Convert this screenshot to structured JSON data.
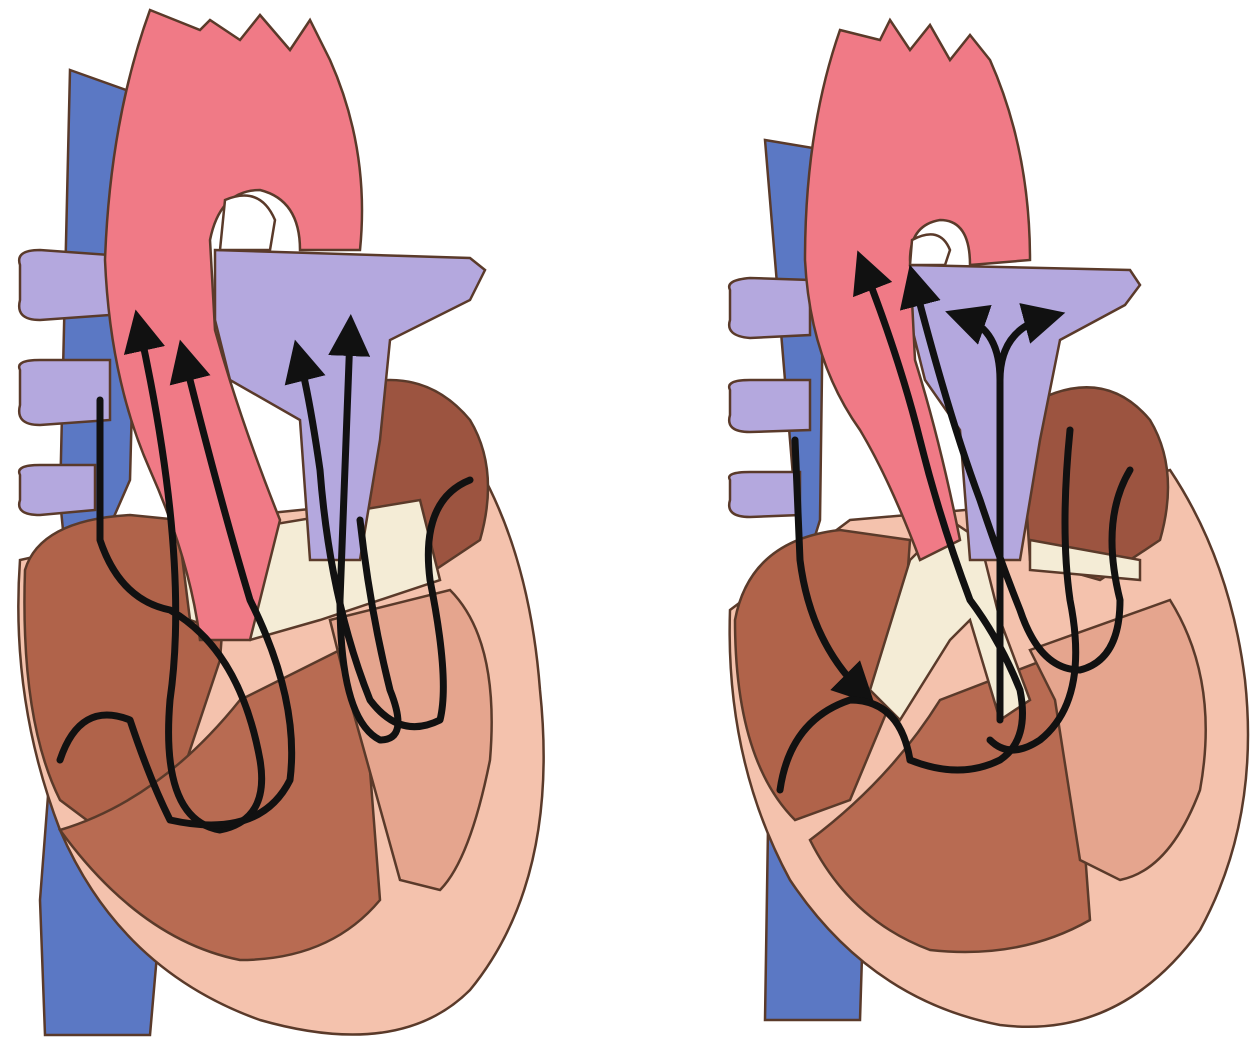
{
  "colors": {
    "vena_cava": "#5b78c4",
    "aorta": "#f07a86",
    "pulmonary_artery": "#b4a8de",
    "myocardium_dark": "#b0634a",
    "myocardium_light": "#f4c2ad",
    "valve_tissue": "#f4ecd6",
    "flow_arrow": "#111111",
    "outline": "#5a3a2a"
  },
  "panels": [
    {
      "id": "left",
      "flow_pattern": "parallel-streams"
    },
    {
      "id": "right",
      "flow_pattern": "crossed-streams"
    }
  ]
}
